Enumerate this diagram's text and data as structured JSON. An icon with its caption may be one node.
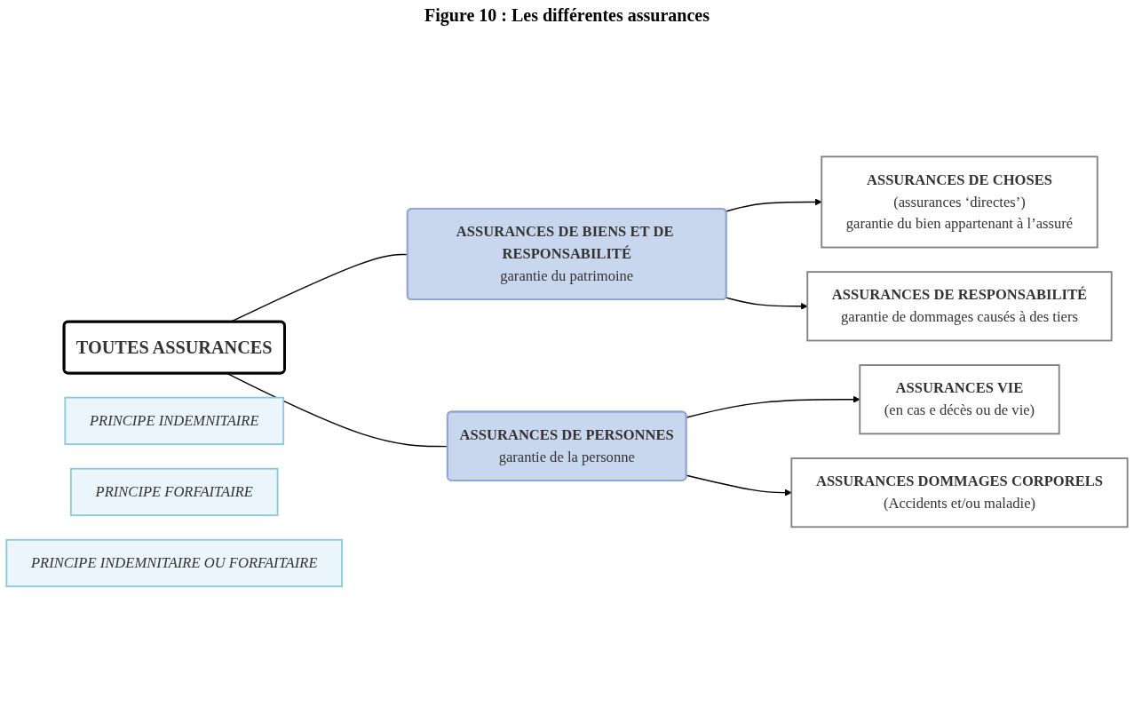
{
  "diagram": {
    "title": "Figure 10 : Les différentes assurances",
    "nodes": [
      {
        "text": [
          "TOUTES ASSURANCES"
        ]
      },
      {
        "text": [
          "ASSURANCES DE BIENS ET DE RESPONSABILITÉ",
          "garantie du patrimoine"
        ]
      },
      {
        "text": [
          "ASSURANCES DE CHOSES",
          "(assurances ‘directes’)",
          "garantie du bien appartenant à l’assuré"
        ]
      },
      {
        "text": [
          "ASSURANCES DE RESPONSABILITÉ",
          "garantie de dommages causés à des tiers"
        ]
      },
      {
        "text": [
          "PRINCIPE INDEMNITAIRE"
        ]
      },
      {
        "text": [
          "ASSURANCES DE PERSONNES",
          "garantie de la personne"
        ]
      },
      {
        "text": [
          "ASSURANCES VIE",
          "(en cas e décès ou de vie)"
        ]
      },
      {
        "text": [
          "PRINCIPE FORFAITAIRE"
        ]
      },
      {
        "text": [
          "ASSURANCES DOMMAGES CORPORELS",
          "(Accidents et/ou maladie)"
        ]
      },
      {
        "text": [
          "PRINCIPE INDEMNITAIRE OU FORFAITAIRE"
        ]
      }
    ],
    "edges": [
      {
        "from": 0,
        "to": 1,
        "arrow": "none"
      },
      {
        "from": 0,
        "to": 5,
        "arrow": "none"
      },
      {
        "from": 1,
        "to": 2,
        "arrow": "to"
      },
      {
        "from": 1,
        "to": 3,
        "arrow": "to"
      },
      {
        "from": 5,
        "to": 6,
        "arrow": "to"
      },
      {
        "from": 5,
        "to": 8,
        "arrow": "to"
      }
    ]
  }
}
